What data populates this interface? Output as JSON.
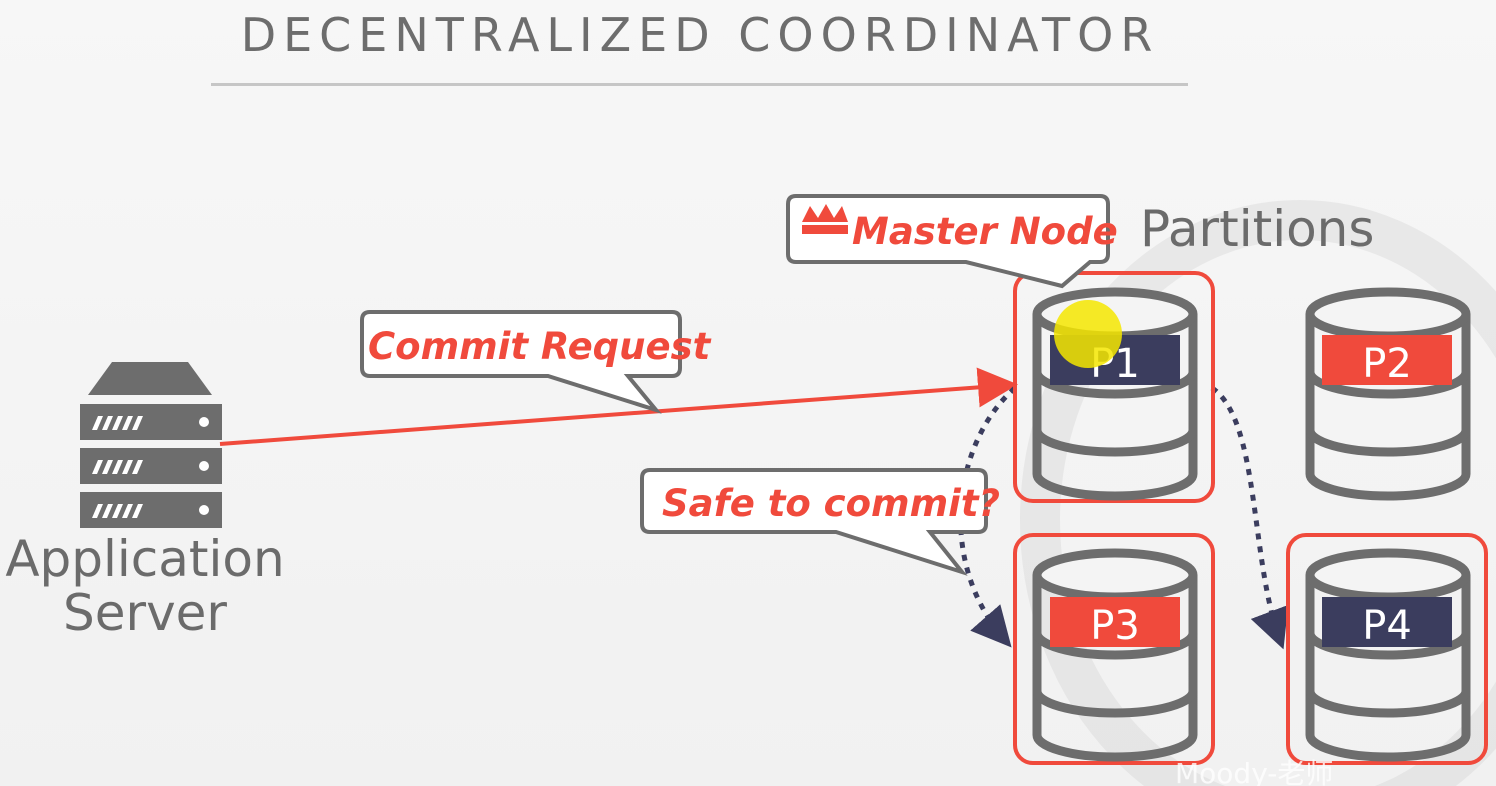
{
  "title": "DECENTRALIZED COORDINATOR",
  "application_server": {
    "label_line1": "Application",
    "label_line2": "Server"
  },
  "partitions_label": "Partitions",
  "callouts": {
    "commit_request": "Commit Request",
    "master_node": "Master Node",
    "safe_to_commit": "Safe to commit?"
  },
  "partitions": [
    {
      "id": "P1",
      "color": "#3b3d5e",
      "highlighted": true
    },
    {
      "id": "P2",
      "color": "#f04a3c",
      "highlighted": false
    },
    {
      "id": "P3",
      "color": "#f04a3c",
      "highlighted": true
    },
    {
      "id": "P4",
      "color": "#3b3d5e",
      "highlighted": true
    }
  ],
  "colors": {
    "accent_red": "#f04a3c",
    "navy": "#3b3d5e",
    "gray": "#6b6b6b"
  },
  "watermark": "Moody-老师"
}
